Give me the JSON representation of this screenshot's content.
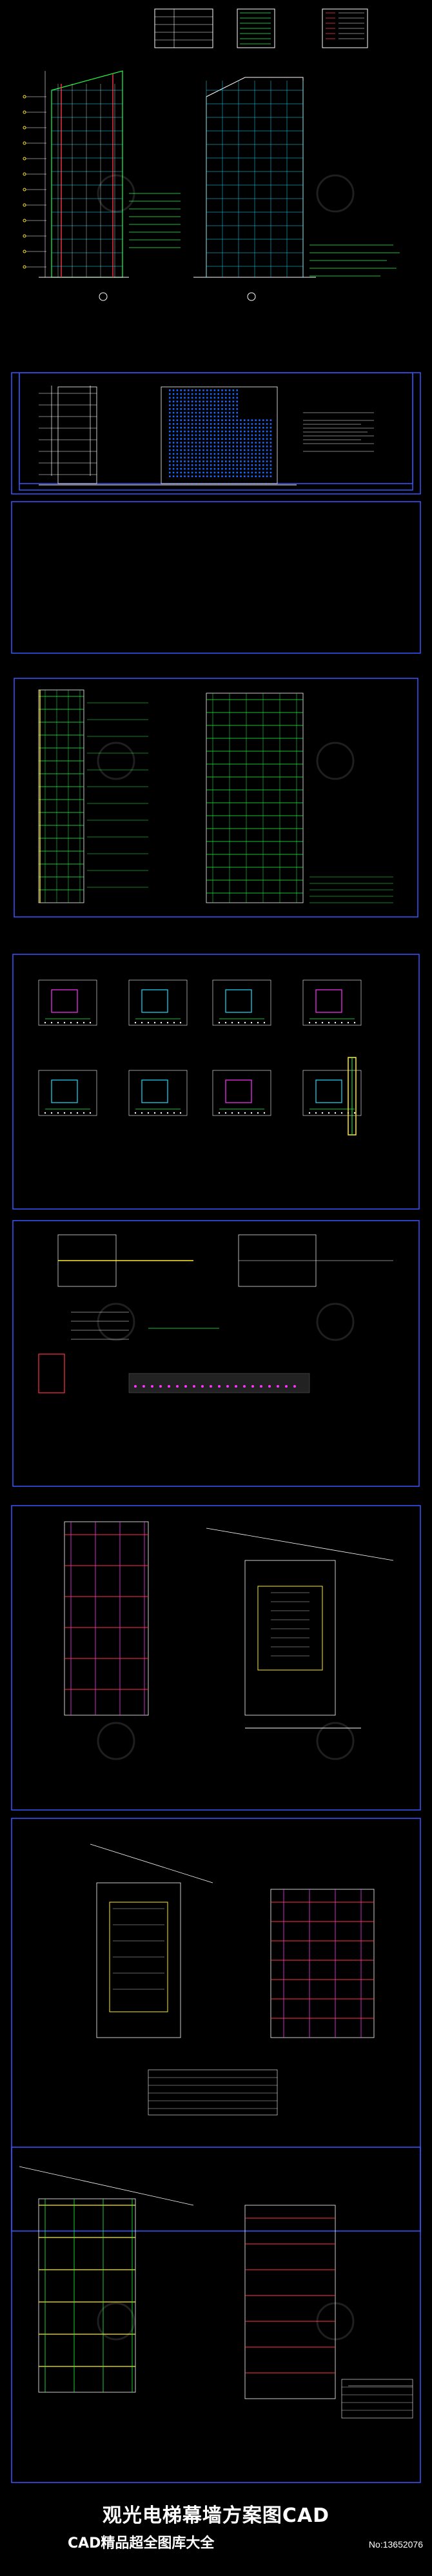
{
  "footer": {
    "title": "观光电梯幕墙方案图CAD",
    "subtitle": "CAD精品超全图库大全",
    "number": "No:13652076"
  },
  "watermark": "logo-watermark",
  "colors": {
    "background": "#000000",
    "frame": "#3a56ff",
    "green": "#22ff44",
    "yellow": "#ffee22",
    "cyan": "#22ddff",
    "red": "#ff3344",
    "magenta": "#ff33ff",
    "white": "#ffffff"
  }
}
